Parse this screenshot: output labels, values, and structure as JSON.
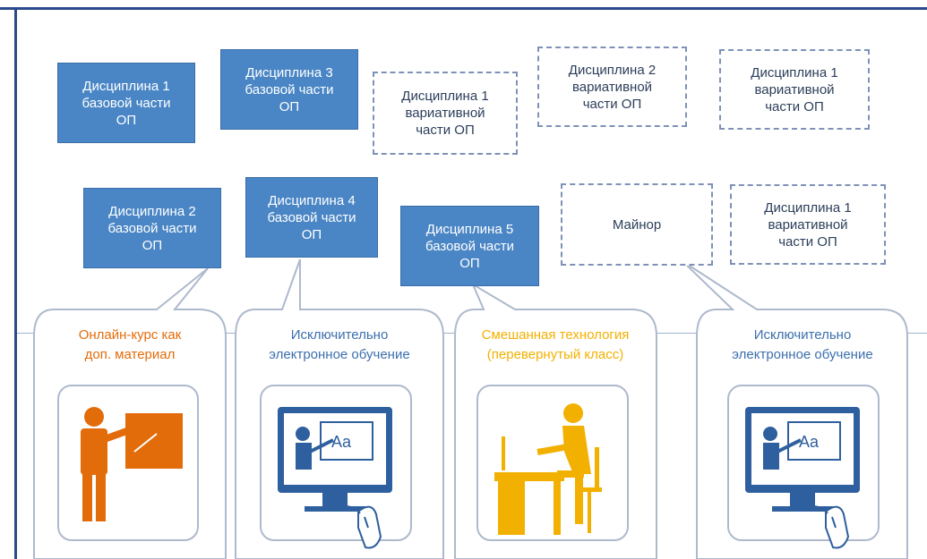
{
  "top_row": [
    {
      "text": "Дисциплина 1\nбазовой части\nОП",
      "style": "solid"
    },
    {
      "text": "Дисциплина 3\nбазовой части\nОП",
      "style": "solid"
    },
    {
      "text": "Дисциплина 1\nвариативной\nчасти ОП",
      "style": "dashed"
    },
    {
      "text": "Дисциплина 2\nвариативной\nчасти ОП",
      "style": "dashed"
    },
    {
      "text": "Дисциплина 1\nвариативной\nчасти ОП",
      "style": "dashed"
    }
  ],
  "middle_row": [
    {
      "text": "Дисциплина 2\nбазовой части\nОП",
      "style": "solid"
    },
    {
      "text": "Дисциплина 4\nбазовой части\nОП",
      "style": "solid"
    },
    {
      "text": "Дисциплина 5\nбазовой части\nОП",
      "style": "solid"
    },
    {
      "text": "Майнор",
      "style": "dashed"
    },
    {
      "text": "Дисциплина 1\nвариативной\nчасти ОП",
      "style": "dashed"
    }
  ],
  "callouts": [
    {
      "label": "Онлайн-курс как\nдоп. материал",
      "color": "#e36c0a",
      "icon": "teacher-board-icon"
    },
    {
      "label": "Исключительно\nэлектронное обучение",
      "color": "#3c6fae",
      "icon": "monitor-teacher-mouse-icon"
    },
    {
      "label": "Смешанная технология\n(перевернутый класс)",
      "color": "#f2b000",
      "icon": "student-desk-computer-icon"
    },
    {
      "label": "Исключительно\nэлектронное обучение",
      "color": "#3c6fae",
      "icon": "monitor-teacher-mouse-icon"
    }
  ],
  "colors": {
    "solid_box": "#4a86c5",
    "dashed_border": "#7d92b6",
    "callout_border": "#aeb9cc",
    "frame": "#2a4a8a"
  }
}
